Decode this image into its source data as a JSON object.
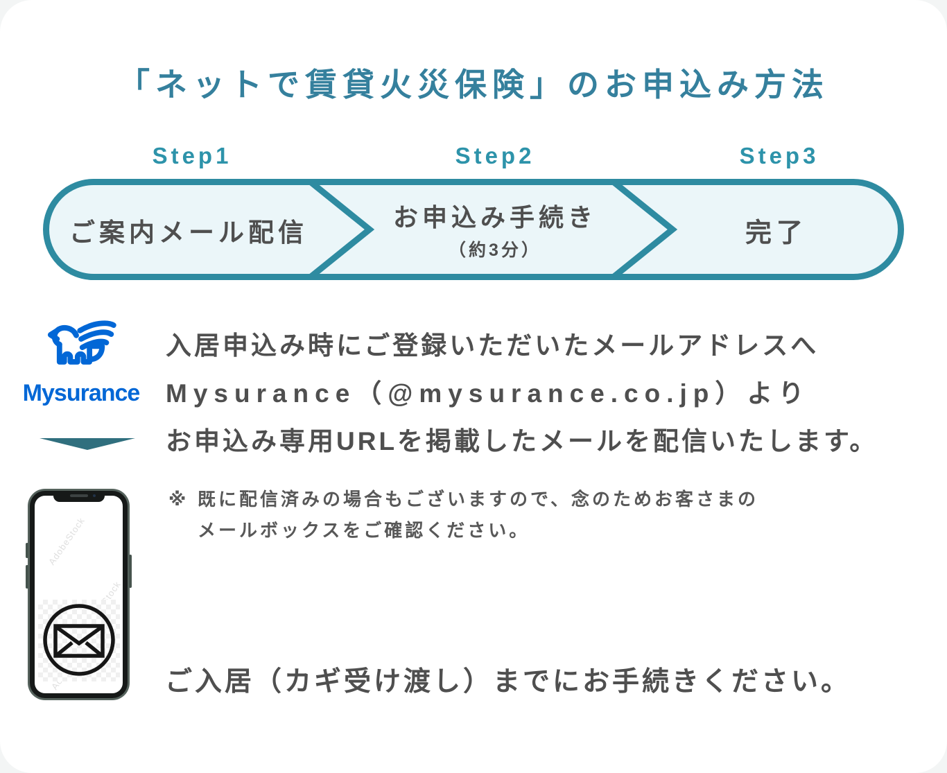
{
  "title": "「ネットで賃貸火災保険」のお申込み方法",
  "steps": {
    "labels": [
      "Step1",
      "Step2",
      "Step3"
    ],
    "segments": [
      {
        "label": "ご案内メール配信",
        "sub": ""
      },
      {
        "label": "お申込み手続き",
        "sub": "（約3分）"
      },
      {
        "label": "完了",
        "sub": ""
      }
    ]
  },
  "sender": {
    "brand": "Mysurance"
  },
  "body": {
    "line1": "入居申込み時にご登録いただいたメールアドレスへ",
    "line2": "Mysurance（@mysurance.co.jp）より",
    "line3": "お申込み専用URLを掲載したメールを配信いたします。",
    "note_marker": "※",
    "note_line1": "既に配信済みの場合もございますので、念のためお客さまの",
    "note_line2": "メールボックスをご確認ください。",
    "footer": "ご入居（カギ受け渡し）までにお手続きください。"
  },
  "phone": {
    "watermark": "AdobeStock"
  },
  "colors": {
    "teal_border": "#2e8ba1",
    "teal_title": "#35809d",
    "teal_step": "#2d93aa",
    "band_fill": "#ebf6f9",
    "arrow": "#306f7e",
    "text_gray": "#4f4f4f",
    "brand_blue": "#0267d6"
  }
}
